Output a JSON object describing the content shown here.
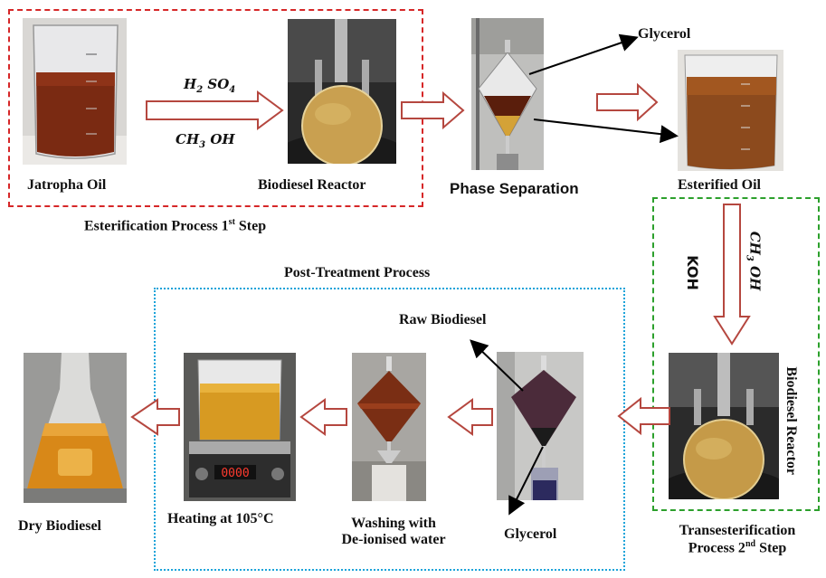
{
  "steps": {
    "esterification_title": "Esterification  Process  1",
    "esterification_sup": "st",
    "esterification_after": "  Step",
    "post_treatment_title": "Post-Treatment Process",
    "transesterification_line1": "Transesterification",
    "transesterification_line2a": "Process 2",
    "transesterification_sup": "nd",
    "transesterification_line2b": " Step"
  },
  "labels": {
    "jatropha_oil": "Jatropha Oil",
    "biodiesel_reactor_1": "Biodiesel Reactor",
    "phase_separation": "Phase Separation",
    "glycerol_top": "Glycerol",
    "esterified_oil": "Esterified  Oil",
    "raw_biodiesel": "Raw Biodiesel",
    "biodiesel_reactor_2": "Biodiesel Reactor",
    "glycerol_bottom": "Glycerol",
    "washing_line1": "Washing  with",
    "washing_line2": "De-ionised water",
    "heating": "Heating at 105°C",
    "dry_biodiesel": "Dry  Biodiesel"
  },
  "reagents": {
    "h2so4_a": "H",
    "h2so4_b": "2",
    "h2so4_c": " SO",
    "h2so4_d": "4",
    "ch3oh_a": "CH",
    "ch3oh_b": "3",
    "ch3oh_c": " OH",
    "koh": "KOH",
    "ch3oh2_a": "CH",
    "ch3oh2_b": "3",
    "ch3oh2_c": " OH"
  },
  "hotplate_display": "0000",
  "colors": {
    "esterification_box": "#d62728",
    "transesterification_box": "#2ca02c",
    "post_treatment_box": "#1aa3d9",
    "arrow_outline": "#b5473f",
    "oil_orange": "#c8701f",
    "dark_oil": "#6b2a10"
  }
}
